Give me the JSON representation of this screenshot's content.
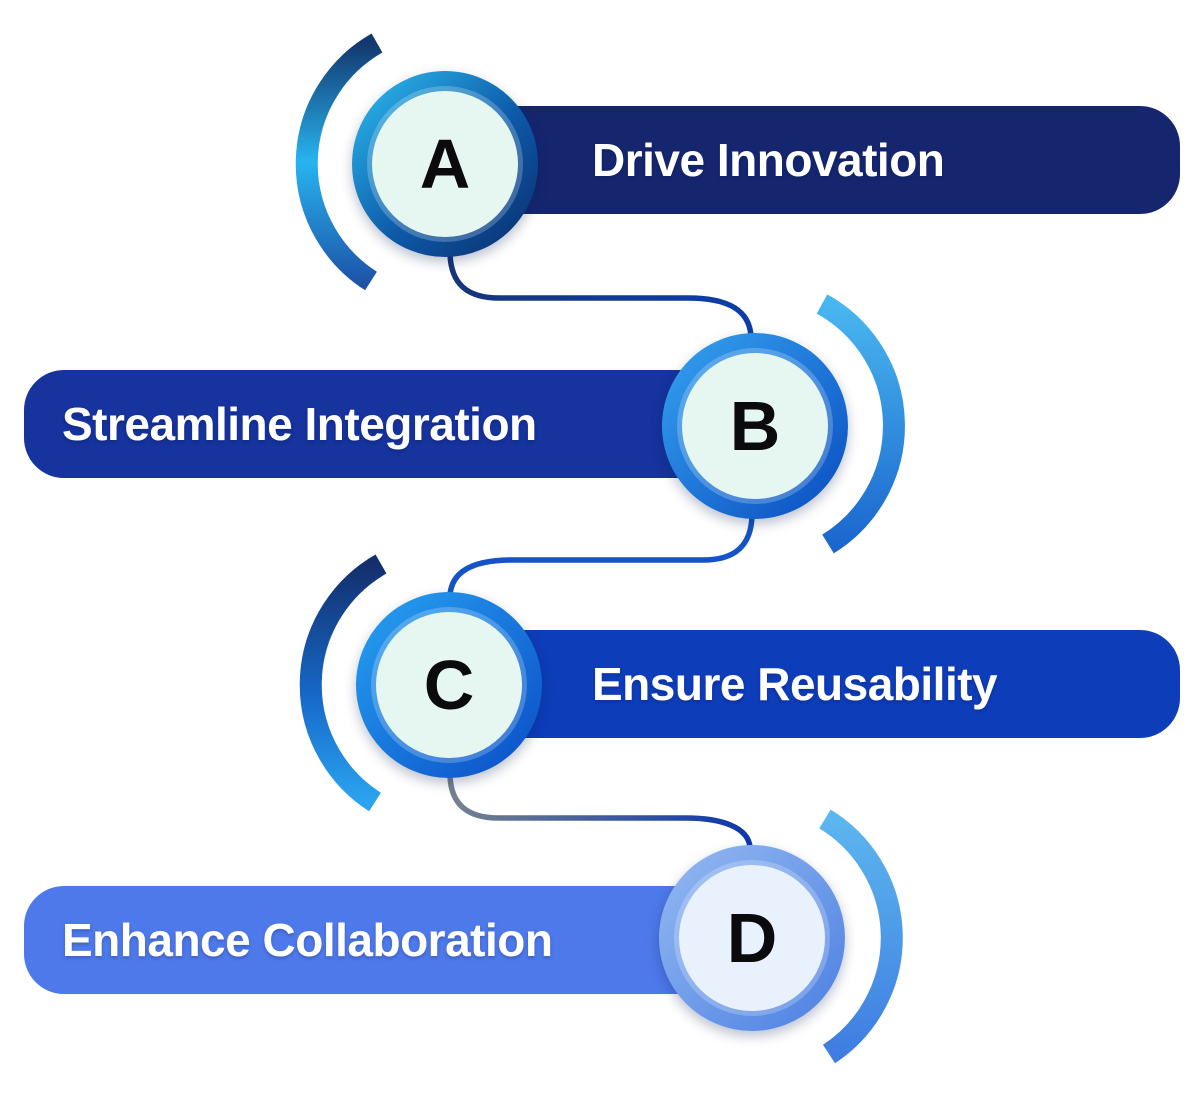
{
  "background_color": "#ffffff",
  "label_text_color": "#ffffff",
  "letter_color": "#0b0b0d",
  "items": [
    {
      "letter": "A",
      "label": "Drive Innovation",
      "pill_side": "right",
      "pill_color": "#15266f",
      "ring_gradient": [
        "#2ec0f2",
        "#0a2c6c"
      ],
      "inner_circle_color": "#e6f7f1",
      "arc_side": "left",
      "arc_gradient": [
        "#13386f",
        "#28b4ef",
        "#1d55a9"
      ]
    },
    {
      "letter": "B",
      "label": "Streamline Integration",
      "pill_side": "left",
      "pill_color": "#16339e",
      "ring_gradient": [
        "#35a3f0",
        "#0a4cc0"
      ],
      "inner_circle_color": "#e6f7f1",
      "arc_side": "right",
      "arc_gradient": [
        "#49b7ef",
        "#1b67ce"
      ]
    },
    {
      "letter": "C",
      "label": "Ensure Reusability",
      "pill_side": "right",
      "pill_color": "#0e3dba",
      "ring_gradient": [
        "#27a2f2",
        "#0a4cc6"
      ],
      "inner_circle_color": "#e6f7f1",
      "arc_side": "left",
      "arc_gradient": [
        "#142f6d",
        "#1668c8",
        "#2ba4f0"
      ]
    },
    {
      "letter": "D",
      "label": "Enhance Collaboration",
      "pill_side": "left",
      "pill_color": "#4e79ea",
      "ring_gradient": [
        "#95baf2",
        "#4b7fe2"
      ],
      "inner_circle_color": "#e9f1fc",
      "arc_side": "right",
      "arc_gradient": [
        "#5cb6ee",
        "#3f7de2"
      ]
    }
  ],
  "connector_colors": {
    "a_to_b": [
      "#16357b",
      "#0c3ea9"
    ],
    "b_to_c": [
      "#1454c6",
      "#1454c6"
    ],
    "c_to_d": [
      "#75828f",
      "#0d36aa"
    ]
  }
}
